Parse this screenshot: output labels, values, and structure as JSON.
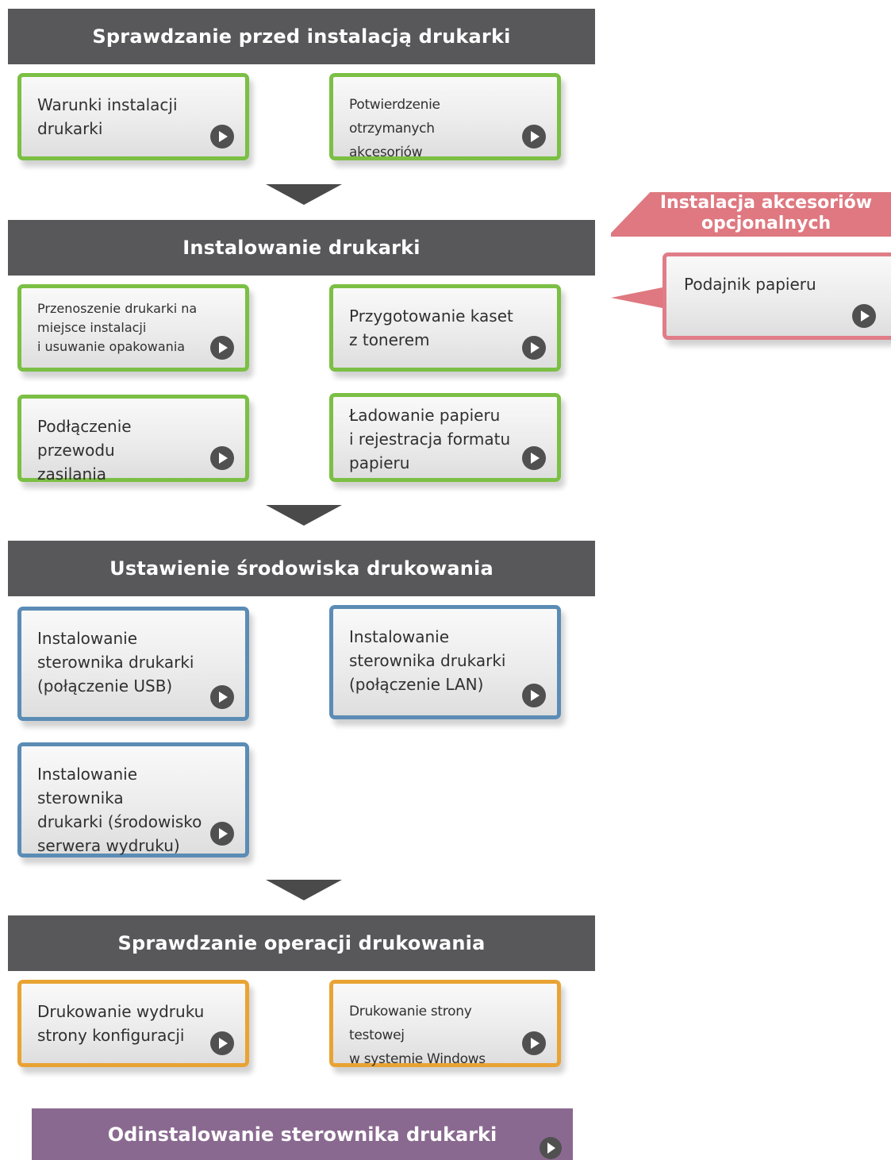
{
  "sections": [
    {
      "title": "Sprawdzanie przed instalacją drukarki",
      "items": [
        "Warunki instalacji\ndrukarki",
        "Potwierdzenie otrzymanych\nakcesoriów"
      ]
    },
    {
      "title": "Instalowanie drukarki",
      "items": [
        "Przenoszenie drukarki na\nmiejsce instalacji\ni usuwanie opakowania",
        "Przygotowanie kaset\nz tonerem",
        "Podłączenie przewodu\nzasilania",
        "Ładowanie papieru\ni rejestracja formatu\npapieru"
      ]
    },
    {
      "title": "Ustawienie środowiska drukowania",
      "items": [
        "Instalowanie\nsterownika drukarki\n(połączenie USB)",
        "Instalowanie\nsterownika drukarki\n(połączenie LAN)",
        "Instalowanie sterownika\ndrukarki (środowisko\nserwera wydruku)"
      ]
    },
    {
      "title": "Sprawdzanie operacji drukowania",
      "items": [
        "Drukowanie wydruku\nstrony konfiguracji",
        "Drukowanie strony testowej\nw systemie Windows"
      ]
    }
  ],
  "optional": {
    "title": "Instalacja akcesoriów\nopcjonalnych",
    "items": [
      "Podajnik papieru"
    ]
  },
  "uninstall": {
    "label": "Odinstalowanie sterownika drukarki"
  },
  "colors": {
    "header": "#58585a",
    "step_check": "#7bbf44",
    "step_env": "#5b8cb5",
    "step_print": "#e9a334",
    "optional": "#df7880",
    "uninstall": "#8a6990"
  }
}
